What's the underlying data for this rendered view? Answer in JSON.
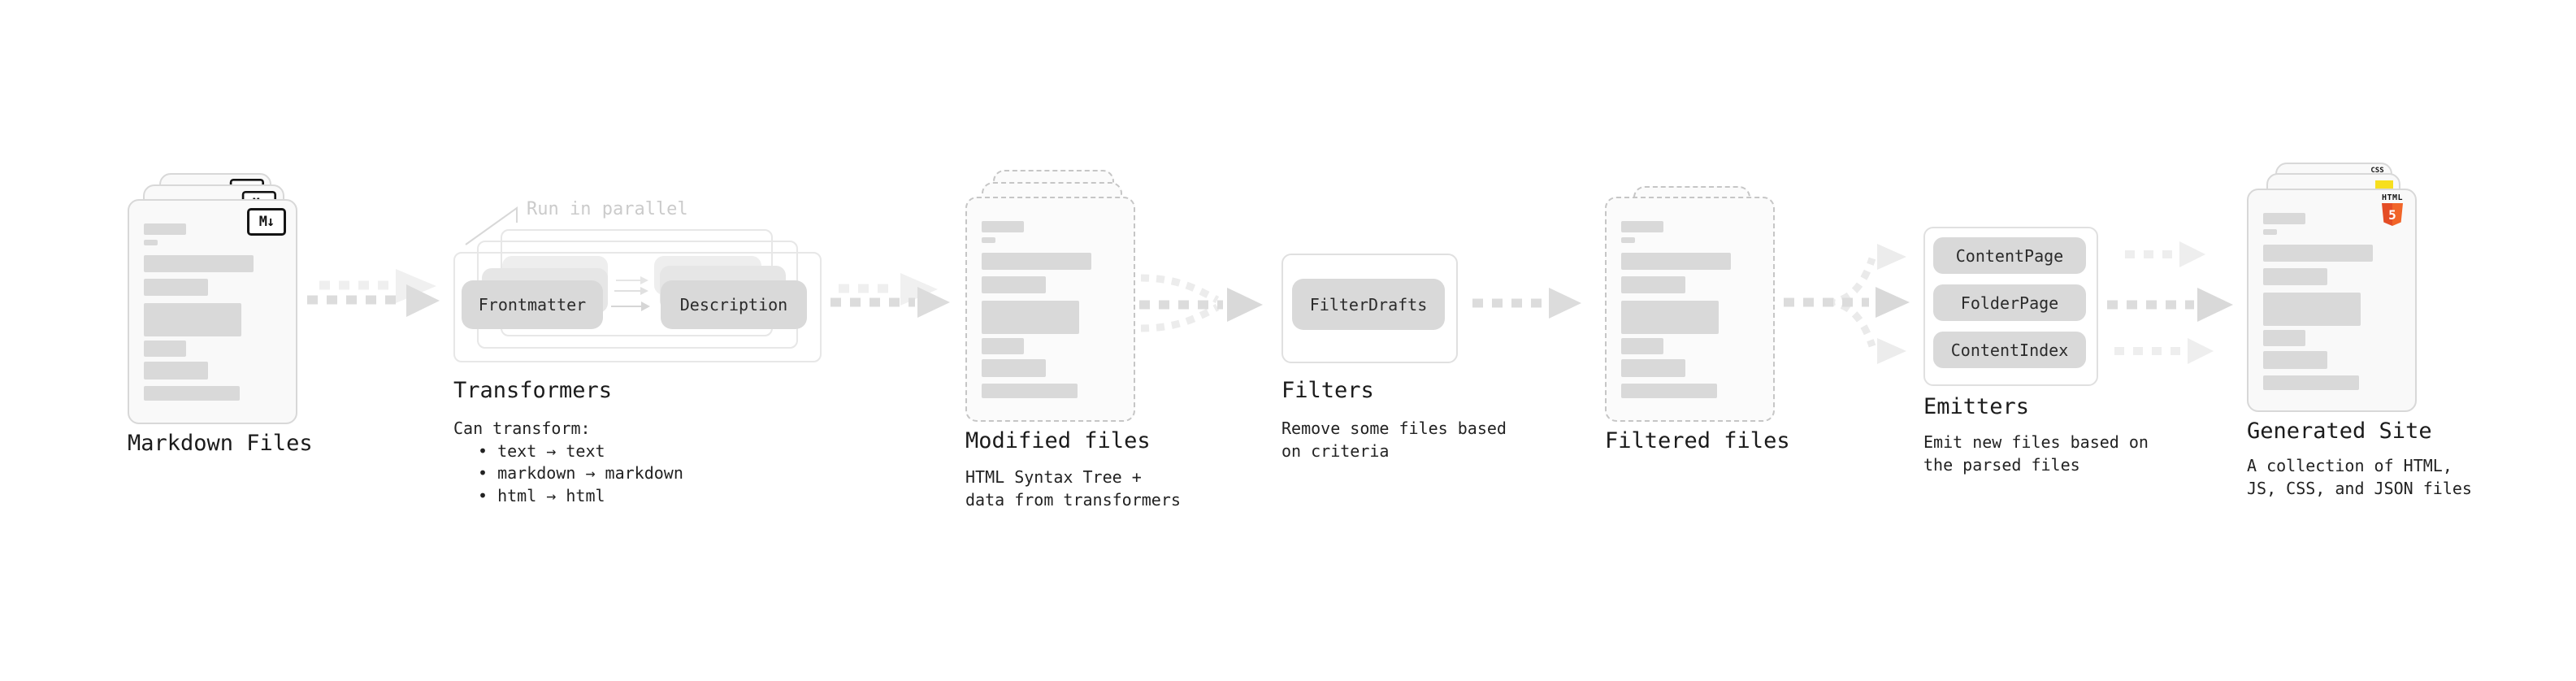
{
  "colors": {
    "html5_orange": "#f16529",
    "html5_orange_dark": "#e44d26",
    "js_yellow": "#f7df1e",
    "css_blue": "#2965f1",
    "node_gray": "#d9d9d9",
    "arrow_gray": "#dcdcdc",
    "annotation_gray": "#cbcbcb"
  },
  "stages": [
    {
      "id": "markdown-files",
      "title": "Markdown Files",
      "icon": "markdown-icon",
      "icon_text": "M↓"
    },
    {
      "id": "transformers",
      "title": "Transformers",
      "annotation": "Run in parallel",
      "nodes": [
        "Frontmatter",
        "Description"
      ],
      "desc": [
        "Can transform:",
        "• text → text",
        "• markdown → markdown",
        "• html → html"
      ]
    },
    {
      "id": "modified-files",
      "title": "Modified files",
      "desc": [
        "HTML Syntax Tree +",
        "data from transformers"
      ]
    },
    {
      "id": "filters",
      "title": "Filters",
      "nodes": [
        "FilterDrafts"
      ],
      "desc": [
        "Remove some files based",
        "on criteria"
      ]
    },
    {
      "id": "filtered-files",
      "title": "Filtered files"
    },
    {
      "id": "emitters",
      "title": "Emitters",
      "nodes": [
        "ContentPage",
        "FolderPage",
        "ContentIndex"
      ],
      "desc": [
        "Emit new files based on",
        "the parsed files"
      ]
    },
    {
      "id": "generated-site",
      "title": "Generated Site",
      "icons": [
        "html5-icon",
        "js-icon",
        "css-icon"
      ],
      "icon_texts": {
        "html_label": "HTML",
        "html_number": "5",
        "css_label": "CSS"
      },
      "desc": [
        "A collection of HTML,",
        "JS, CSS, and JSON files"
      ]
    }
  ]
}
